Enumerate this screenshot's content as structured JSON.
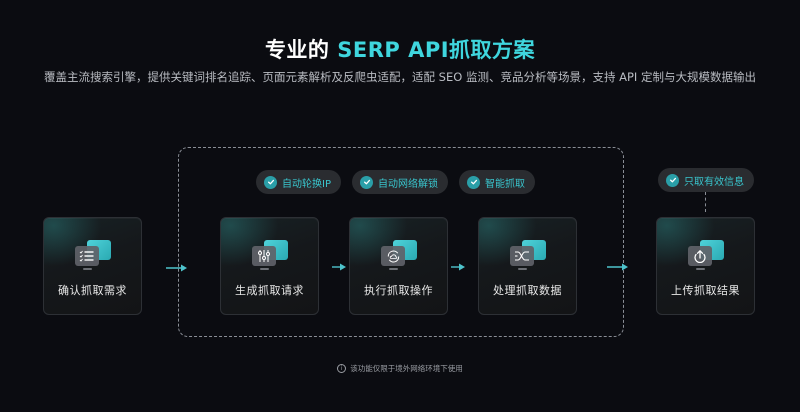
{
  "header": {
    "title_prefix": "专业的 ",
    "title_accent": "SERP API抓取方案",
    "subtitle": "覆盖主流搜索引擎，提供关键词排名追踪、页面元素解析及反爬虫适配，适配 SEO 监测、竞品分析等场景，支持 API 定制与大规模数据输出"
  },
  "features": [
    {
      "label": "自动轮换IP",
      "icon": "check-circle-icon"
    },
    {
      "label": "自动网络解锁",
      "icon": "check-circle-icon"
    },
    {
      "label": "智能抓取",
      "icon": "check-circle-icon"
    },
    {
      "label": "只取有效信息",
      "icon": "check-circle-icon"
    }
  ],
  "steps": [
    {
      "label": "确认抓取需求",
      "icon": "checklist-icon"
    },
    {
      "label": "生成抓取请求",
      "icon": "sliders-icon"
    },
    {
      "label": "执行抓取操作",
      "icon": "cloud-sync-icon"
    },
    {
      "label": "处理抓取数据",
      "icon": "shuffle-icon"
    },
    {
      "label": "上传抓取结果",
      "icon": "upload-icon"
    }
  ],
  "footnote": {
    "icon": "info-icon",
    "text": "该功能仅限于境外网络环境下使用"
  },
  "colors": {
    "background": "#0b0c11",
    "accent": "#3fd6de",
    "pill_bg": "#2a2c30",
    "pill_text": "#39c5cd",
    "arrow": "#4ec3cc"
  }
}
